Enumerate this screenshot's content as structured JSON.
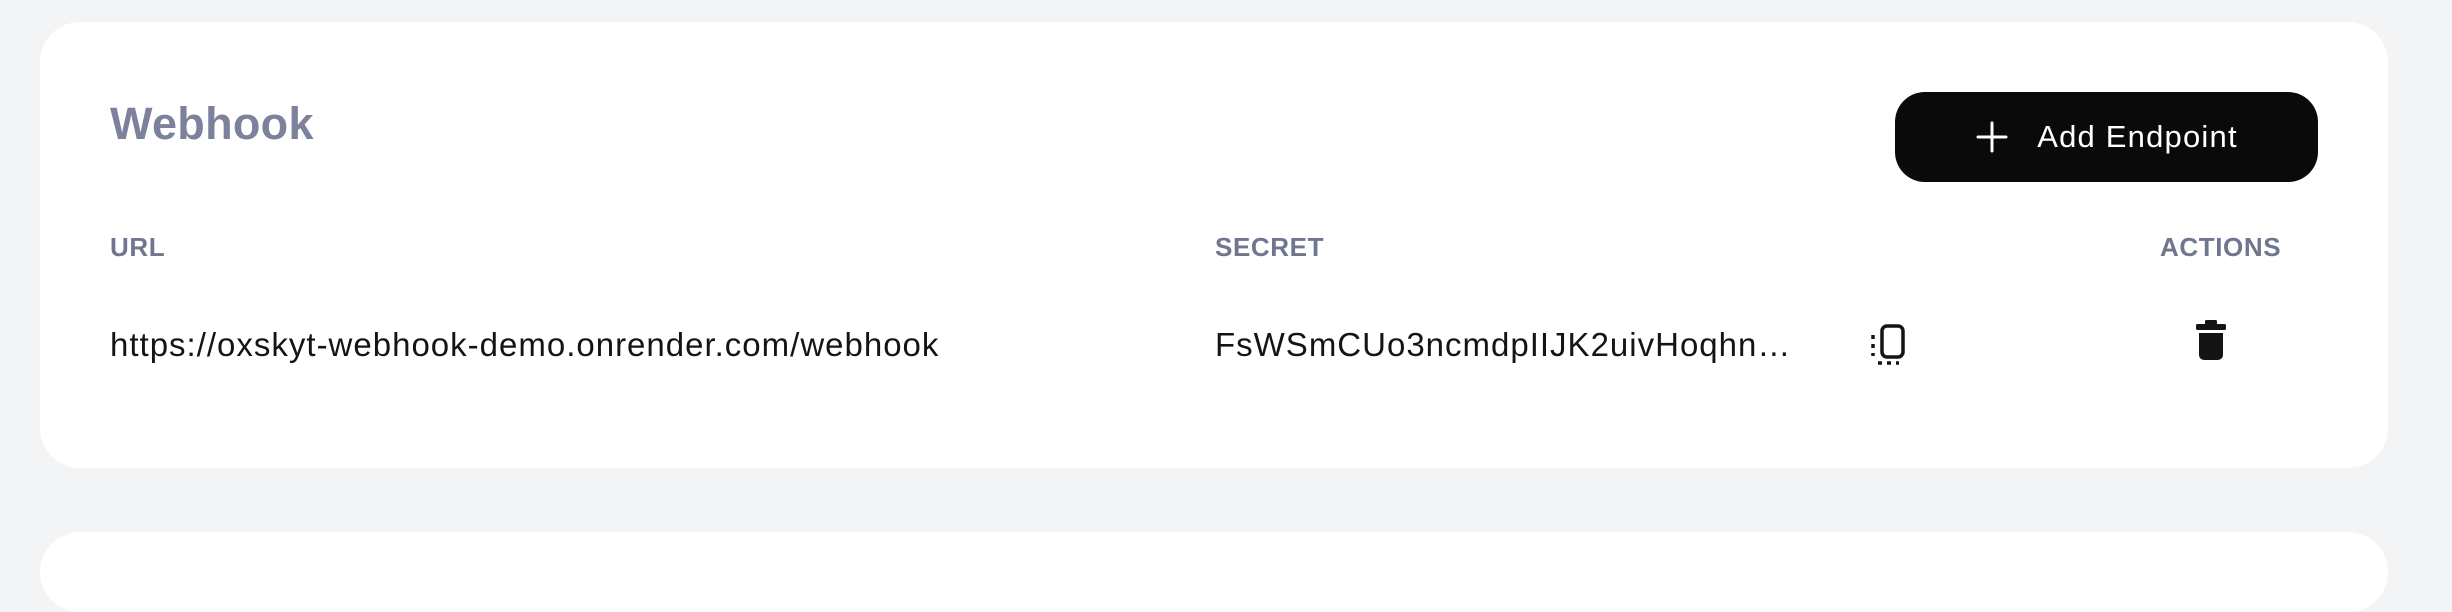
{
  "colors": {
    "page_bg": "#f3f4f6",
    "card_bg": "#ffffff",
    "title": "#7c819c",
    "column_header": "#6e7690",
    "body_text": "#141414",
    "button_bg": "#0a0a0a",
    "button_text": "#ffffff"
  },
  "card": {
    "title": "Webhook",
    "add_button": {
      "label": "Add Endpoint",
      "icon": "plus-icon"
    }
  },
  "table": {
    "headers": {
      "url": "URL",
      "secret": "SECRET",
      "actions": "ACTIONS"
    },
    "rows": [
      {
        "url": "https://oxskyt-webhook-demo.onrender.com/webhook",
        "secret": "FsWSmCUo3ncmdpIIJK2uivHoqhn…",
        "copy_icon": "copy-icon",
        "delete_icon": "trash-icon"
      }
    ]
  }
}
